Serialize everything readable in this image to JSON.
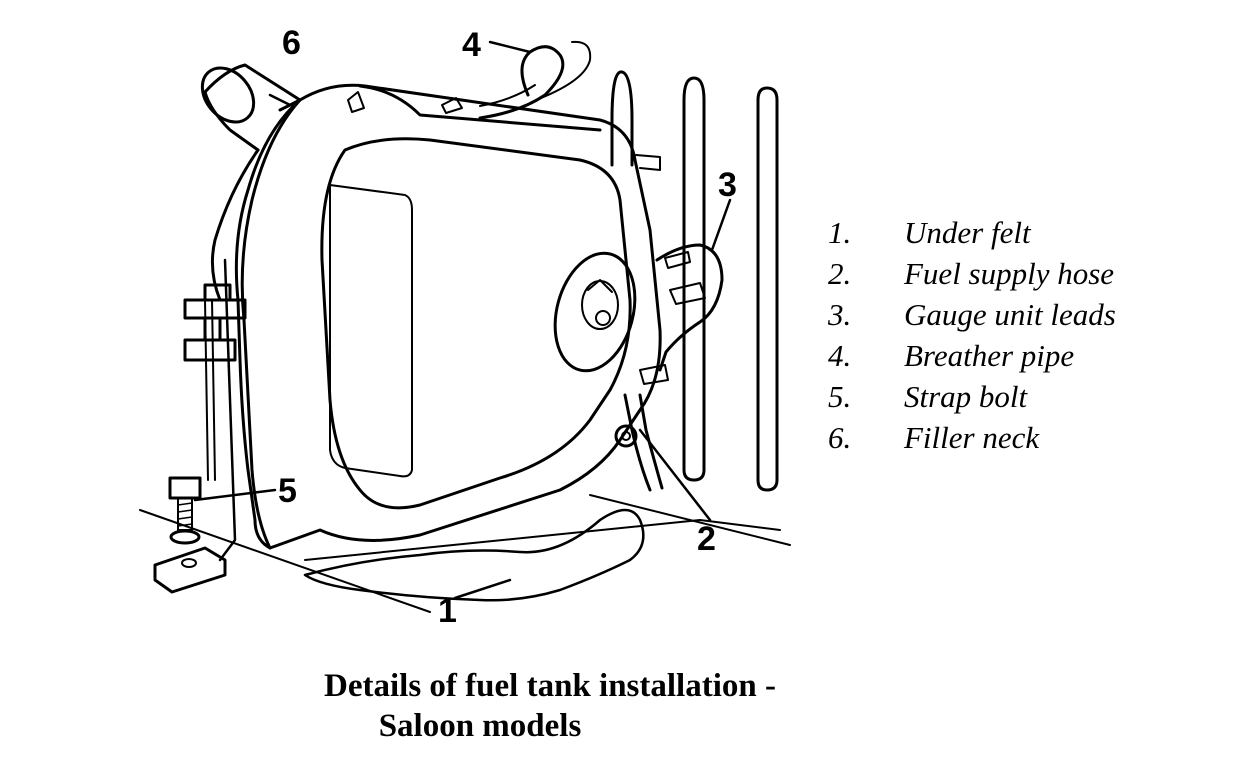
{
  "callouts": {
    "c1": "1",
    "c2": "2",
    "c3": "3",
    "c4": "4",
    "c5": "5",
    "c6": "6"
  },
  "legend": [
    {
      "num": "1.",
      "label": "Under felt"
    },
    {
      "num": "2.",
      "label": "Fuel supply hose"
    },
    {
      "num": "3.",
      "label": "Gauge unit leads"
    },
    {
      "num": "4.",
      "label": "Breather pipe"
    },
    {
      "num": "5.",
      "label": "Strap bolt"
    },
    {
      "num": "6.",
      "label": "Filler neck"
    }
  ],
  "caption": {
    "line1": "Details of fuel tank  installation -",
    "line2": "Saloon models"
  }
}
